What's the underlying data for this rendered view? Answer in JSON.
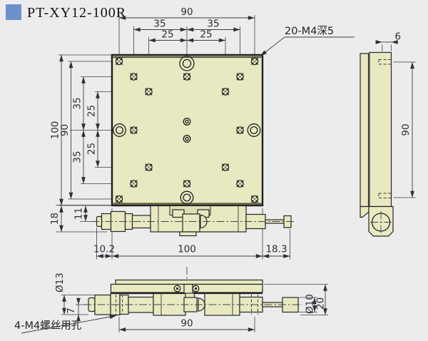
{
  "title": "PT-XY12-100R",
  "colors": {
    "accent": "#6e90ca",
    "part_fill": "#e9e9c1",
    "line": "#26262a",
    "background": "#ececec"
  },
  "notes": {
    "thread_note": "20-M4深5",
    "mount_note": "4-M4螺丝用孔"
  },
  "top_view": {
    "dim_width_90": "90",
    "dim_35_left": "35",
    "dim_35_right": "35",
    "dim_25_left": "25",
    "dim_25_right": "25",
    "dim_height_100": "100",
    "dim_height_90": "90",
    "dim_35_top": "35",
    "dim_35_bottom": "35",
    "dim_25_top": "25",
    "dim_25_bottom": "25"
  },
  "front_view": {
    "dim_18": "18",
    "dim_11": "11",
    "dim_10_2": "10.2",
    "dim_100": "100",
    "dim_18_3": "18.3"
  },
  "side_view": {
    "dim_6": "6",
    "dim_90": "90"
  },
  "bottom_view": {
    "dim_d13": "Ø13",
    "dim_7": "7",
    "dim_90": "90",
    "dim_d10": "Ø10",
    "dim_20": "20"
  }
}
